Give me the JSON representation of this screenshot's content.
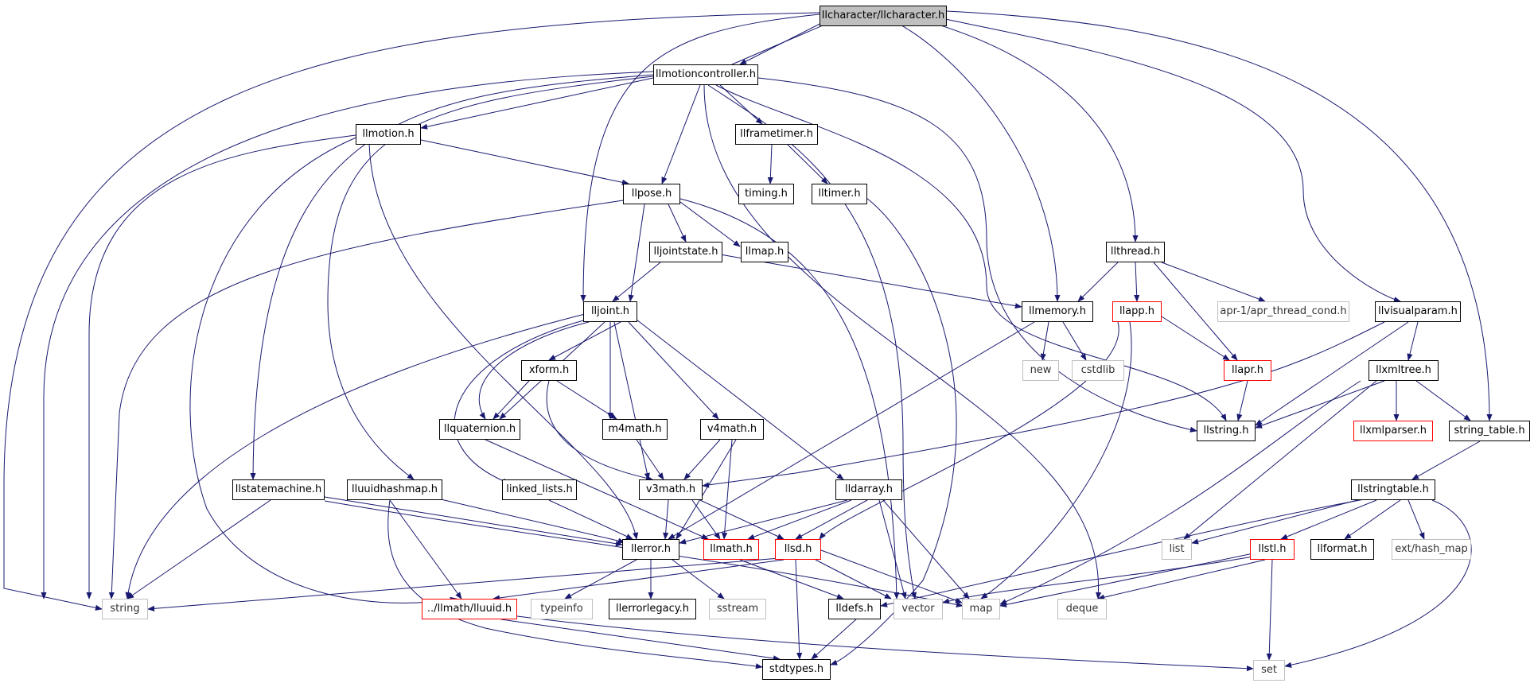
{
  "colors": {
    "edge": "#191970",
    "border": "#000000",
    "external_border": "#bfbfbf",
    "truncated_border": "#ff0000",
    "root_fill": "#bfbfbf"
  },
  "nodes": {
    "llcharacter": "llcharacter/llcharacter.h",
    "llmotioncontroller": "llmotioncontroller.h",
    "llmotion": "llmotion.h",
    "llframetimer": "llframetimer.h",
    "timing": "timing.h",
    "lltimer": "lltimer.h",
    "llpose": "llpose.h",
    "lljointstate": "lljointstate.h",
    "llmap": "llmap.h",
    "llthread": "llthread.h",
    "llapp": "llapp.h",
    "apr_thread_cond": "apr-1/apr_thread_cond.h",
    "llvisualparam": "llvisualparam.h",
    "lljoint": "lljoint.h",
    "llmemory": "llmemory.h",
    "new": "new",
    "cstdlib": "cstdlib",
    "llapr": "llapr.h",
    "llxmltree": "llxmltree.h",
    "xform": "xform.h",
    "llquaternion": "llquaternion.h",
    "m4math": "m4math.h",
    "v4math": "v4math.h",
    "llstring": "llstring.h",
    "llxmlparser": "llxmlparser.h",
    "string_table": "string_table.h",
    "llstatemachine": "llstatemachine.h",
    "lluuidhashmap": "lluuidhashmap.h",
    "linked_lists": "linked_lists.h",
    "v3math": "v3math.h",
    "lldarray": "lldarray.h",
    "llstringtable": "llstringtable.h",
    "llerror": "llerror.h",
    "llmath": "llmath.h",
    "llsd": "llsd.h",
    "list": "list",
    "llstl": "llstl.h",
    "llformat": "llformat.h",
    "hash_map": "ext/hash_map",
    "string": "string",
    "lluuid": "../llmath/lluuid.h",
    "typeinfo": "typeinfo",
    "llerrorlegacy": "llerrorlegacy.h",
    "sstream": "sstream",
    "lldefs": "lldefs.h",
    "vector": "vector",
    "map": "map",
    "deque": "deque",
    "stdtypes": "stdtypes.h",
    "set": "set"
  }
}
